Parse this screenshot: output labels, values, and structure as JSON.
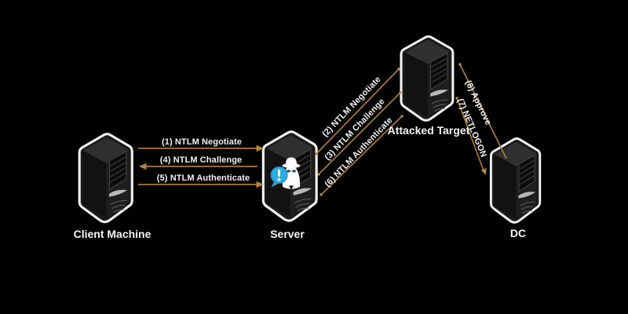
{
  "diagram": {
    "title": "NTLM relay attack flow",
    "background_color": "#000000",
    "arrow_color": "#a87c32",
    "endpoint_dot_color": "#c3913c",
    "text_color": "#f1f1f1",
    "attacker_bubble_color": "#2badde",
    "attacker_icon": "spy-alert-icon",
    "attacker_bubble_glyph": "!",
    "nodes": {
      "client": {
        "label": "Client Machine"
      },
      "server": {
        "label": "Server"
      },
      "target": {
        "label": "Attacked Target"
      },
      "dc": {
        "label": "DC"
      }
    },
    "edges": {
      "e1": {
        "label": "(1) NTLM Negotiate",
        "from": "client",
        "to": "server"
      },
      "e4": {
        "label": "(4) NTLM Challenge",
        "from": "server",
        "to": "client"
      },
      "e5": {
        "label": "(5) NTLM Authenticate",
        "from": "client",
        "to": "server"
      },
      "e2": {
        "label": "(2) NTLM Negotiate",
        "from": "server",
        "to": "target"
      },
      "e3": {
        "label": "(3) NTLM Challenge",
        "from": "target",
        "to": "server"
      },
      "e6": {
        "label": "(6) NTLM Authenticate",
        "from": "server",
        "to": "target"
      },
      "e8": {
        "label": "(8) Approve",
        "from": "dc",
        "to": "target"
      },
      "e7": {
        "label": "(7) NETLOGON",
        "from": "target",
        "to": "dc"
      }
    }
  }
}
